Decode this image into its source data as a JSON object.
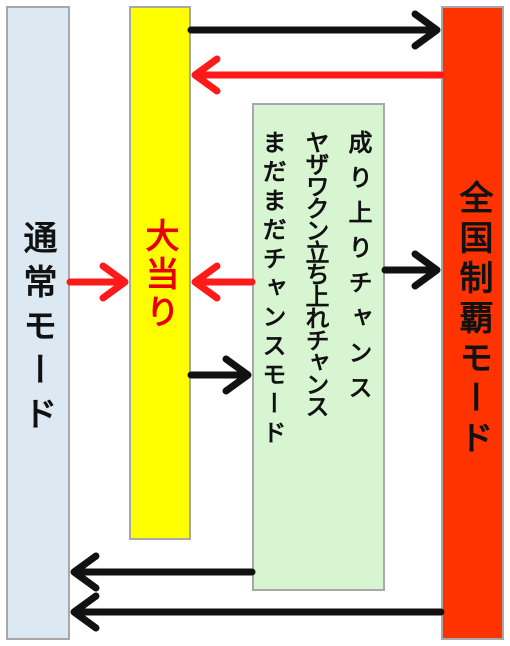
{
  "boxes": {
    "normal": {
      "label": "通常モード",
      "fill": "#dce9f3",
      "text_color": "#111111"
    },
    "jackpot": {
      "label": "大当り",
      "fill": "#ffff00",
      "text_color": "#e60000"
    },
    "chance": {
      "fill": "#d6f5d0",
      "text_color": "#111111",
      "columns": [
        "成り上りチャンス",
        "ヤザワクン立ち上れチャンス",
        "まだまだチャンスモード"
      ]
    },
    "conquest": {
      "label": "全国制覇モード",
      "fill": "#ff3300",
      "text_color": "#111111"
    }
  },
  "arrow_colors": {
    "black": "#111111",
    "red": "#ff1a1a"
  }
}
